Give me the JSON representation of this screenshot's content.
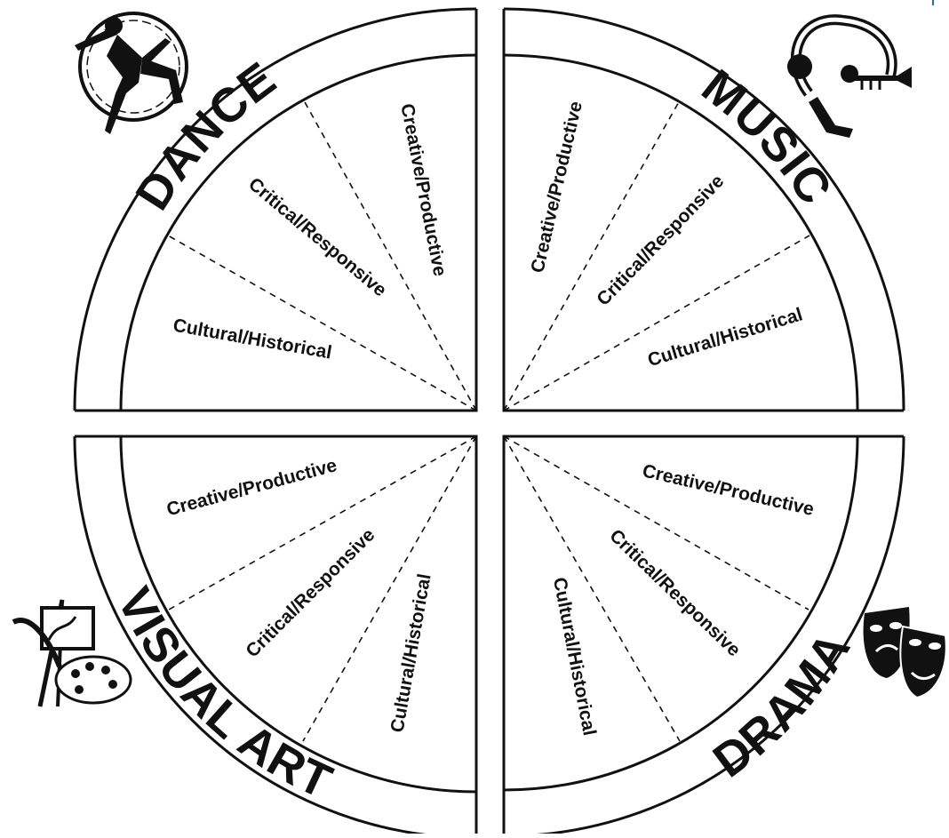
{
  "quadrants": [
    {
      "key": "dance",
      "title": "DANCE",
      "icon": "dancer-icon",
      "strands": [
        "Creative/Productive",
        "Critical/Responsive",
        "Cultural/Historical"
      ]
    },
    {
      "key": "music",
      "title": "MUSIC",
      "icon": "trumpet-player-icon",
      "strands": [
        "Creative/Productive",
        "Critical/Responsive",
        "Cultural/Historical"
      ]
    },
    {
      "key": "visual_art",
      "title": "VISUAL ART",
      "icon": "easel-palette-icon",
      "strands": [
        "Creative/Productive",
        "Critical/Responsive",
        "Cultural/Historical"
      ]
    },
    {
      "key": "drama",
      "title": "DRAMA",
      "icon": "theatre-masks-icon",
      "strands": [
        "Creative/Productive",
        "Critical/Responsive",
        "Cultural/Historical"
      ]
    }
  ],
  "colors": {
    "ink": "#111111",
    "background": "#ffffff",
    "corner_mark": "#1f6fc0"
  }
}
